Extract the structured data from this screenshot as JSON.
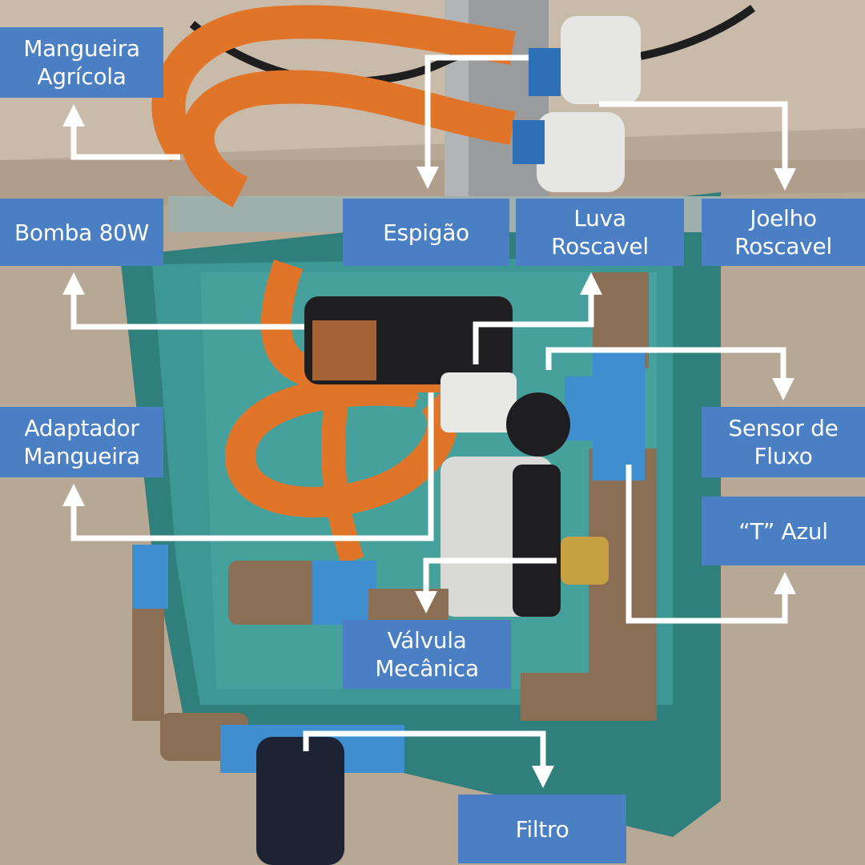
{
  "labels": {
    "mangueira_agricola": "Mangueira\nAgrícola",
    "bomba": "Bomba 80W",
    "espigao": "Espigão",
    "luva_roscavel": "Luva\nRoscavel",
    "joelho_roscavel": "Joelho\nRoscavel",
    "adaptador_mangueira": "Adaptador\nMangueira",
    "sensor_fluxo": "Sensor de\nFluxo",
    "t_azul": "“T” Azul",
    "valvula_mecanica": "Válvula\nMecânica",
    "filtro": "Filtro"
  },
  "colors": {
    "label_bg": "#4a7fc4",
    "label_text": "#ffffff",
    "arrow": "#ffffff",
    "box_teal": "#3f8f8c",
    "hose_orange": "#e0752a",
    "pipe_blue": "#3f8fd0",
    "pipe_brown": "#8a6f55",
    "wall": "#c9b9a6"
  }
}
